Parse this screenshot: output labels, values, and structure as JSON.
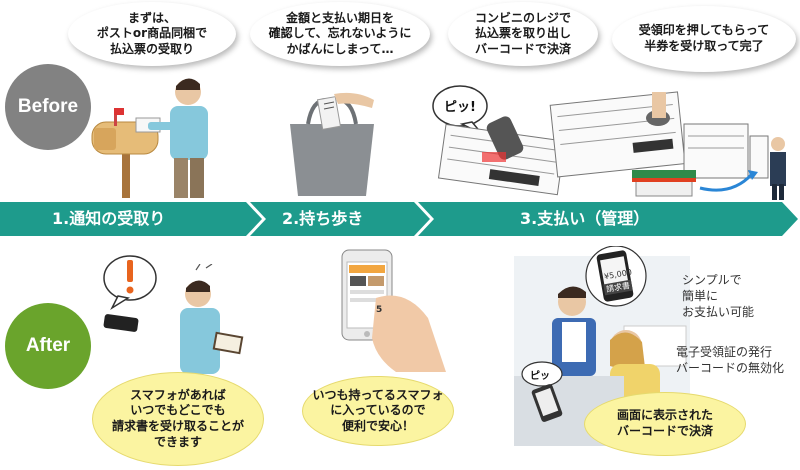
{
  "rows": {
    "before": "Before",
    "after": "After"
  },
  "steps": [
    {
      "label": "1.通知の受取り"
    },
    {
      "label": "2.持ち歩き"
    },
    {
      "label": "3.支払い（管理）"
    }
  ],
  "before_bubbles": [
    "まずは、\nポストor商品同梱で\n払込票の受取り",
    "金額と支払い期日を\n確認して、忘れないように\nかばんにしまって…",
    "コンビニのレジで\n払込票を取り出し\nバーコードで決済",
    "受領印を押してもらって\n半券を受け取って完了"
  ],
  "pi_sound": "ピッ!",
  "pi_sound_small": "ピッ",
  "phone_amount": "¥5,000",
  "phone_caption": "請求書",
  "phone_digit": "5",
  "after_bubbles": [
    "スマフォがあれば\nいつでもどこでも\n請求書を受け取ることが\nできます",
    "いつも持ってるスマフォ\nに入っているので\n便利で安心！",
    "画面に表示された\nバーコードで決済"
  ],
  "after_notes": [
    "シンプルで\n簡単に\nお支払い可能",
    "電子受領証の発行\nバーコードの無効化"
  ],
  "colors": {
    "flow_bar": "#1e9b8c",
    "before_badge": "#828282",
    "after_badge": "#6aa42c",
    "after_bubble": "#fbf4a1",
    "alert": "#e8641e"
  }
}
